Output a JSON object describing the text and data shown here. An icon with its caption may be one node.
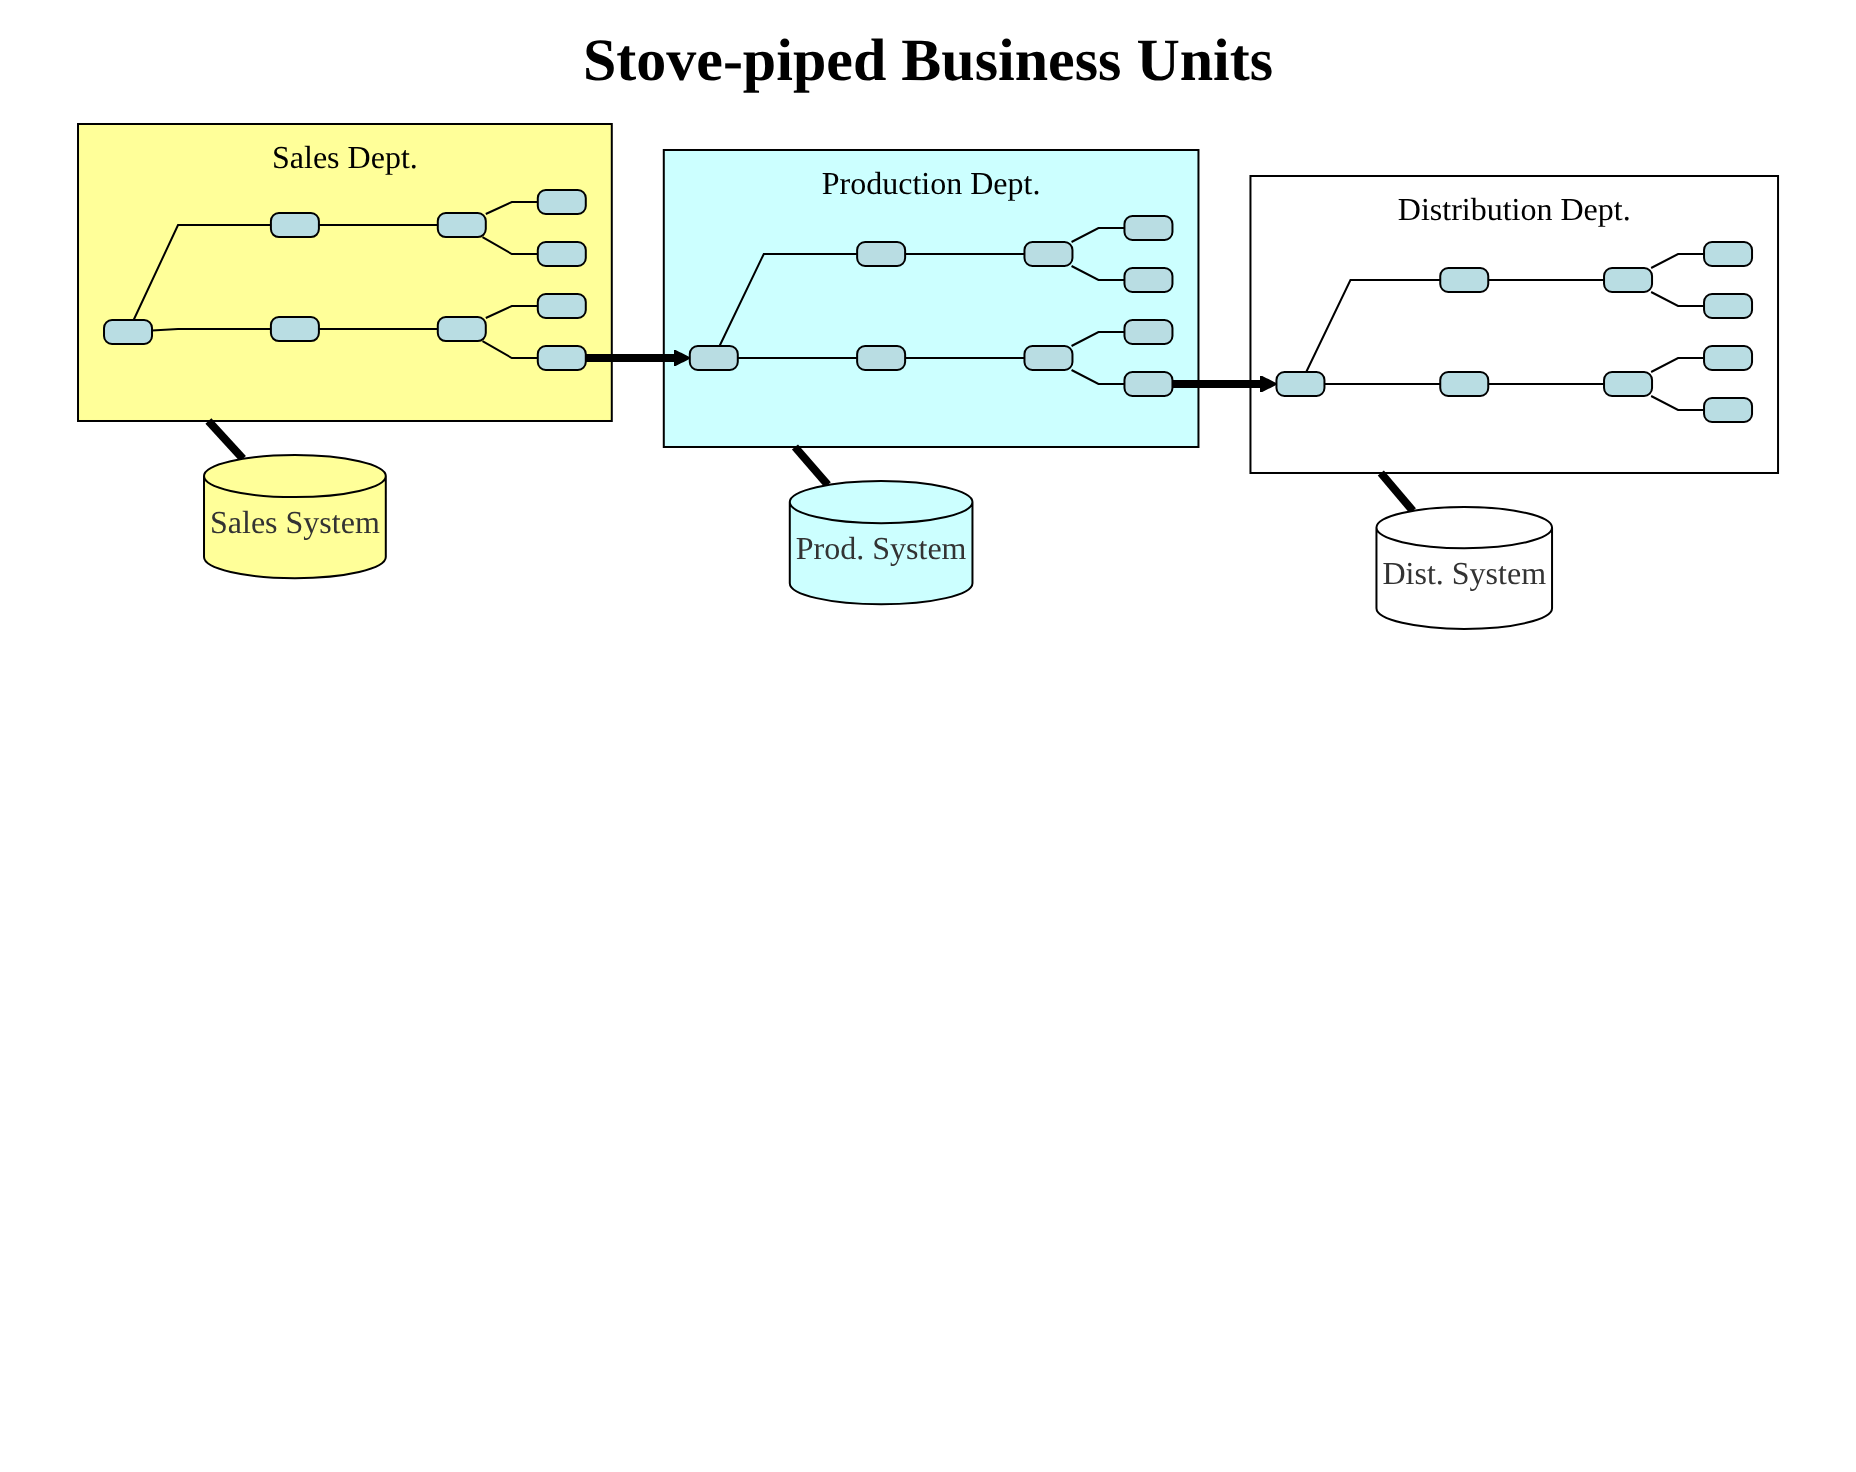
{
  "diagram": {
    "title": "Stove-piped Business Units",
    "nodes": [
      {
        "text": [
          "Sales Dept."
        ]
      },
      {
        "text": [],
        "shape": "box",
        "in": 0
      },
      {
        "text": [],
        "shape": "box",
        "in": 0
      },
      {
        "text": [],
        "shape": "box",
        "in": 0
      },
      {
        "text": [],
        "shape": "box",
        "in": 0
      },
      {
        "text": [],
        "shape": "box",
        "in": 0
      },
      {
        "text": [],
        "shape": "box",
        "in": 0
      },
      {
        "text": [],
        "shape": "box",
        "in": 0
      },
      {
        "text": [],
        "shape": "box",
        "in": 0
      },
      {
        "text": [],
        "shape": "box",
        "in": 0
      },
      {
        "text": [
          "Production Dept."
        ]
      },
      {
        "text": [],
        "shape": "box",
        "in": 10
      },
      {
        "text": [],
        "shape": "box",
        "in": 10
      },
      {
        "text": [],
        "shape": "box",
        "in": 10
      },
      {
        "text": [],
        "shape": "box",
        "in": 10
      },
      {
        "text": [],
        "shape": "box",
        "in": 10
      },
      {
        "text": [],
        "shape": "box",
        "in": 10
      },
      {
        "text": [],
        "shape": "box",
        "in": 10
      },
      {
        "text": [],
        "shape": "box",
        "in": 10
      },
      {
        "text": [],
        "shape": "box",
        "in": 10
      },
      {
        "text": [
          "Distribution Dept."
        ]
      },
      {
        "text": [],
        "shape": "box",
        "in": 20
      },
      {
        "text": [],
        "shape": "box",
        "in": 20
      },
      {
        "text": [],
        "shape": "box",
        "in": 20
      },
      {
        "text": [],
        "shape": "box",
        "in": 20
      },
      {
        "text": [],
        "shape": "box",
        "in": 20
      },
      {
        "text": [],
        "shape": "box",
        "in": 20
      },
      {
        "text": [],
        "shape": "box",
        "in": 20
      },
      {
        "text": [],
        "shape": "box",
        "in": 20
      },
      {
        "text": [],
        "shape": "box",
        "in": 20
      },
      {
        "text": [
          "Sales System"
        ]
      },
      {
        "text": [
          "Prod. System"
        ]
      },
      {
        "text": [
          "Dist. System"
        ]
      }
    ],
    "edges": [
      {
        "from": 1,
        "to": 2,
        "arrow": "none"
      },
      {
        "from": 1,
        "to": 3,
        "arrow": "none"
      },
      {
        "from": 2,
        "to": 4,
        "arrow": "none"
      },
      {
        "from": 4,
        "to": 5,
        "arrow": "none"
      },
      {
        "from": 4,
        "to": 6,
        "arrow": "none"
      },
      {
        "from": 3,
        "to": 7,
        "arrow": "none"
      },
      {
        "from": 7,
        "to": 8,
        "arrow": "none"
      },
      {
        "from": 7,
        "to": 9,
        "arrow": "none"
      },
      {
        "from": 11,
        "to": 12,
        "arrow": "none"
      },
      {
        "from": 11,
        "to": 13,
        "arrow": "none"
      },
      {
        "from": 12,
        "to": 14,
        "arrow": "none"
      },
      {
        "from": 14,
        "to": 15,
        "arrow": "none"
      },
      {
        "from": 14,
        "to": 16,
        "arrow": "none"
      },
      {
        "from": 13,
        "to": 17,
        "arrow": "none"
      },
      {
        "from": 17,
        "to": 18,
        "arrow": "none"
      },
      {
        "from": 17,
        "to": 19,
        "arrow": "none"
      },
      {
        "from": 21,
        "to": 22,
        "arrow": "none"
      },
      {
        "from": 21,
        "to": 23,
        "arrow": "none"
      },
      {
        "from": 22,
        "to": 24,
        "arrow": "none"
      },
      {
        "from": 24,
        "to": 25,
        "arrow": "none"
      },
      {
        "from": 24,
        "to": 26,
        "arrow": "none"
      },
      {
        "from": 23,
        "to": 27,
        "arrow": "none"
      },
      {
        "from": 27,
        "to": 28,
        "arrow": "none"
      },
      {
        "from": 27,
        "to": 29,
        "arrow": "none"
      },
      {
        "from": 0,
        "to": 30,
        "arrow": "none",
        "style": "thick"
      },
      {
        "from": 10,
        "to": 31,
        "arrow": "none",
        "style": "thick"
      },
      {
        "from": 20,
        "to": 32,
        "arrow": "none",
        "style": "thick"
      },
      {
        "from": 9,
        "to": 11,
        "arrow": "to",
        "style": "thick"
      },
      {
        "from": 19,
        "to": 21,
        "arrow": "to",
        "style": "thick"
      }
    ]
  }
}
